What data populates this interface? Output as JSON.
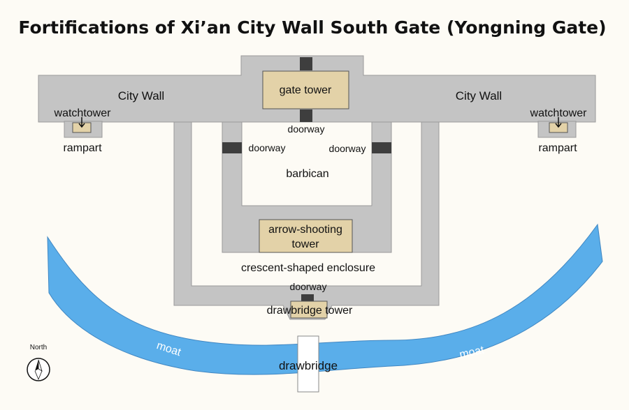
{
  "title": "Fortifications of Xi’an City Wall South Gate (Yongning Gate)",
  "labels": {
    "city_wall_left": "City Wall",
    "city_wall_right": "City Wall",
    "gate_tower": "gate tower",
    "watchtower_left": "watchtower",
    "watchtower_right": "watchtower",
    "rampart_left": "rampart",
    "rampart_right": "rampart",
    "doorway_top": "doorway",
    "doorway_left": "doorway",
    "doorway_right": "doorway",
    "barbican": "barbican",
    "arrow_tower_line1": "arrow-shooting",
    "arrow_tower_line2": "tower",
    "crescent_enclosure": "crescent-shaped enclosure",
    "doorway_bottom": "doorway",
    "drawbridge_tower": "drawbridge tower",
    "moat_left": "moat",
    "moat_right": "moat",
    "drawbridge": "drawbridge",
    "north": "North"
  },
  "colors": {
    "wall": "#c4c4c4",
    "wall_edge": "#9a9a9a",
    "tower": "#e3d2a8",
    "doorway": "#3e3e3e",
    "moat": "#5aaeea",
    "background": "#fdfbf5",
    "courtyard": "#fdfbf5"
  }
}
